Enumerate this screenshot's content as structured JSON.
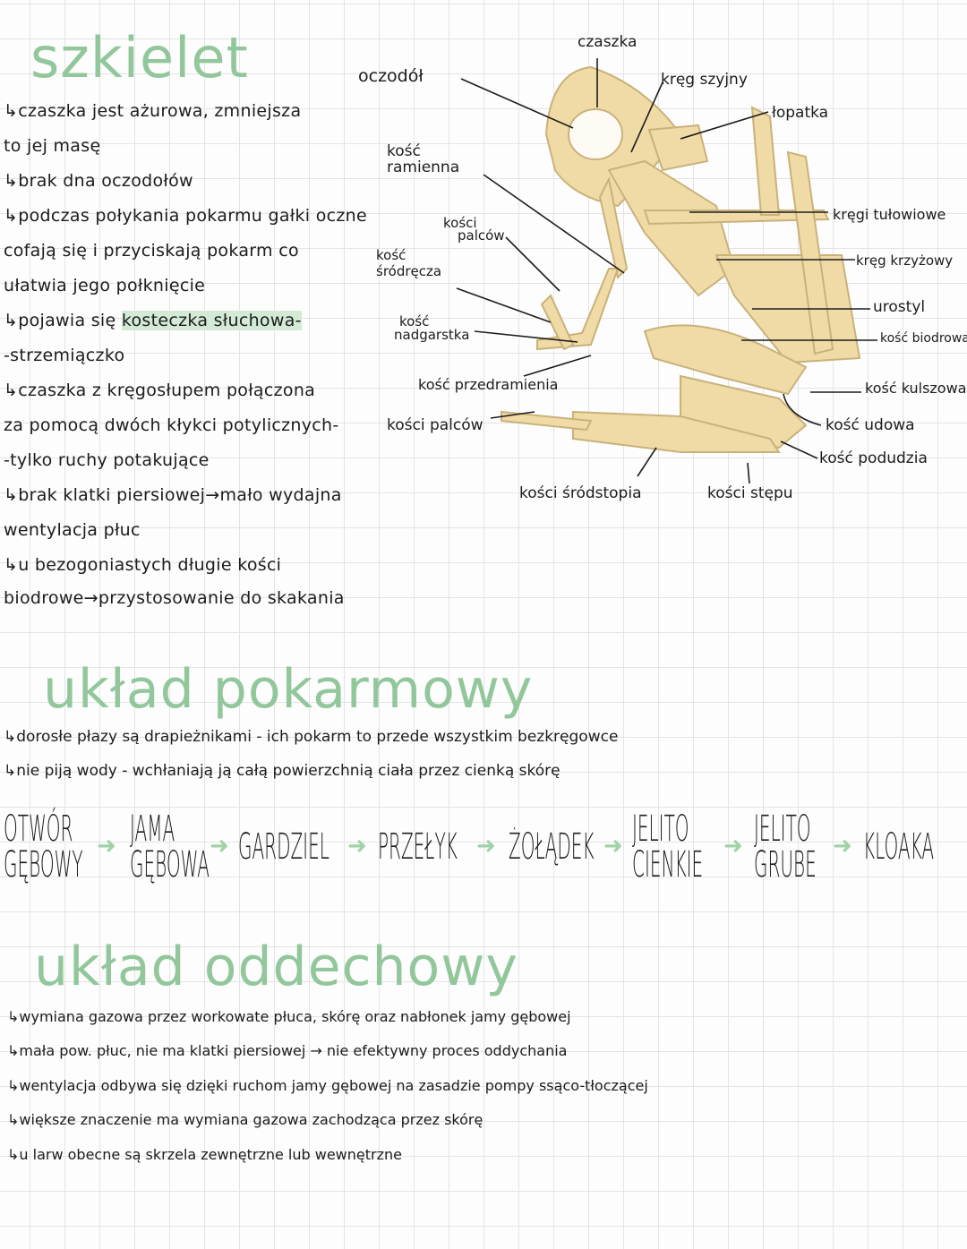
{
  "skeleton": {
    "heading": "szkielet",
    "lines": [
      "↳czaszka jest ażurowa, zmniejsza",
      "to jej masę",
      "↳brak dna oczodołów",
      "↳podczas połykania pokarmu gałki oczne",
      "cofają się i przyciskają pokarm co",
      "ułatwia jego połknięcie",
      "↳pojawia się",
      "-strzemiączko",
      "↳czaszka z kręgosłupem połączona",
      "za pomocą dwóch kłykci potylicznych-",
      "-tylko ruchy potakujące",
      "↳brak klatki piersiowej→mało wydajna",
      "wentylacja płuc",
      "↳u bezogoniastych długie kości",
      "biodrowe→przystosowanie do skakania"
    ],
    "highlight": "kosteczka słuchowa-"
  },
  "diagram": {
    "labels": {
      "czaszka": "czaszka",
      "oczodol": "oczodół",
      "krag_szyjny": "kręg szyjny",
      "lopatka": "łopatka",
      "kosc_ramienna_1": "kość",
      "kosc_ramienna_2": "ramienna",
      "kosci_palcow_1": "kości",
      "kosci_palcow_2": "palców",
      "srodrecza_1": "kość",
      "srodrecza_2": "śródręcza",
      "nadgarstka_1": "kość",
      "nadgarstka_2": "nadgarstka",
      "przedramienia": "kość przedramienia",
      "kosci_palcow_dolne": "kości palców",
      "srodstopia": "kości śródstopia",
      "stepu": "kości stępu",
      "kregi_tulowiowe": "kręgi tułowiowe",
      "krag_krzyzowy": "kręg krzyżowy",
      "urostyl": "urostyl",
      "kosc_biodrowa": "kość biodrowa",
      "kosc_kulszowa": "kość kulszowa",
      "kosc_udowa": "kość udowa",
      "kosc_podudzia": "kość podudzia"
    },
    "colors": {
      "bone": "#f0dba6",
      "outline": "#c9b27a"
    }
  },
  "digestive": {
    "heading": "układ pokarmowy",
    "lines": [
      "↳dorosłe płazy są drapieżnikami - ich pokarm to przede wszystkim bezkręgowce",
      "↳nie piją wody - wchłaniają ją całą powierzchnią ciała przez cienką skórę"
    ],
    "flow": [
      [
        "OTWÓR",
        "GĘBOWY"
      ],
      [
        "JAMA",
        "GĘBOWA"
      ],
      [
        "GARDZIEL",
        ""
      ],
      [
        "PRZEŁYK",
        ""
      ],
      [
        "ŻOŁĄDEK",
        ""
      ],
      [
        "JELITO",
        "CIENKIE"
      ],
      [
        "JELITO",
        "GRUBE"
      ],
      [
        "KLOAKA",
        ""
      ]
    ],
    "arrow": "➜"
  },
  "respiratory": {
    "heading": "układ oddechowy",
    "lines": [
      "↳wymiana gazowa przez workowate płuca, skórę oraz nabłonek jamy gębowej",
      "↳mała pow. płuc, nie ma klatki piersiowej → nie efektywny proces oddychania",
      "↳wentylacja odbywa się dzięki ruchom jamy gębowej na zasadzie pompy ssąco-tłoczącej",
      "↳większe znaczenie ma wymiana gazowa zachodząca przez skórę",
      "↳u larw obecne są skrzela zewnętrzne lub wewnętrzne"
    ]
  },
  "colors": {
    "heading": "#92c79c",
    "highlight": "#d3ead6",
    "grid": "#e4e4e4"
  }
}
